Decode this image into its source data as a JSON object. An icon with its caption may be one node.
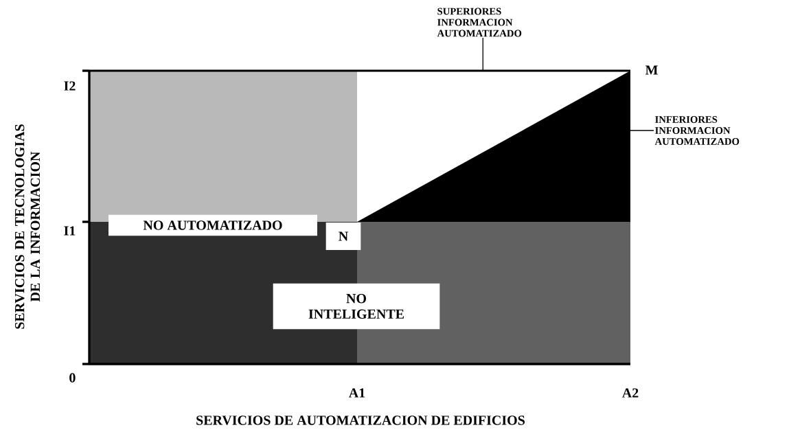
{
  "diagram": {
    "nodes": [
      {
        "text": [
          "SUPERIORES INFORMACION AUTOMATIZADO"
        ]
      },
      {
        "text": [
          "INFERIORES INFORMACION AUTOMATIZADO"
        ]
      },
      {
        "text": [
          "NO AUTOMATIZADO"
        ]
      },
      {
        "text": [
          "N"
        ]
      },
      {
        "text": [
          "NO INTELIGENTE"
        ]
      }
    ],
    "edges": [
      {
        "from": 0,
        "to": null,
        "arrow": "none"
      },
      {
        "from": 1,
        "to": null,
        "arrow": "none"
      }
    ],
    "labels": [
      "M",
      "I2",
      "I1",
      "0",
      "A1",
      "A2",
      "SERVICIOS DE TECNOLOGIAS DE LA INFORMACION",
      "SERVICIOS DE AUTOMATIZACION DE EDIFICIOS"
    ]
  }
}
